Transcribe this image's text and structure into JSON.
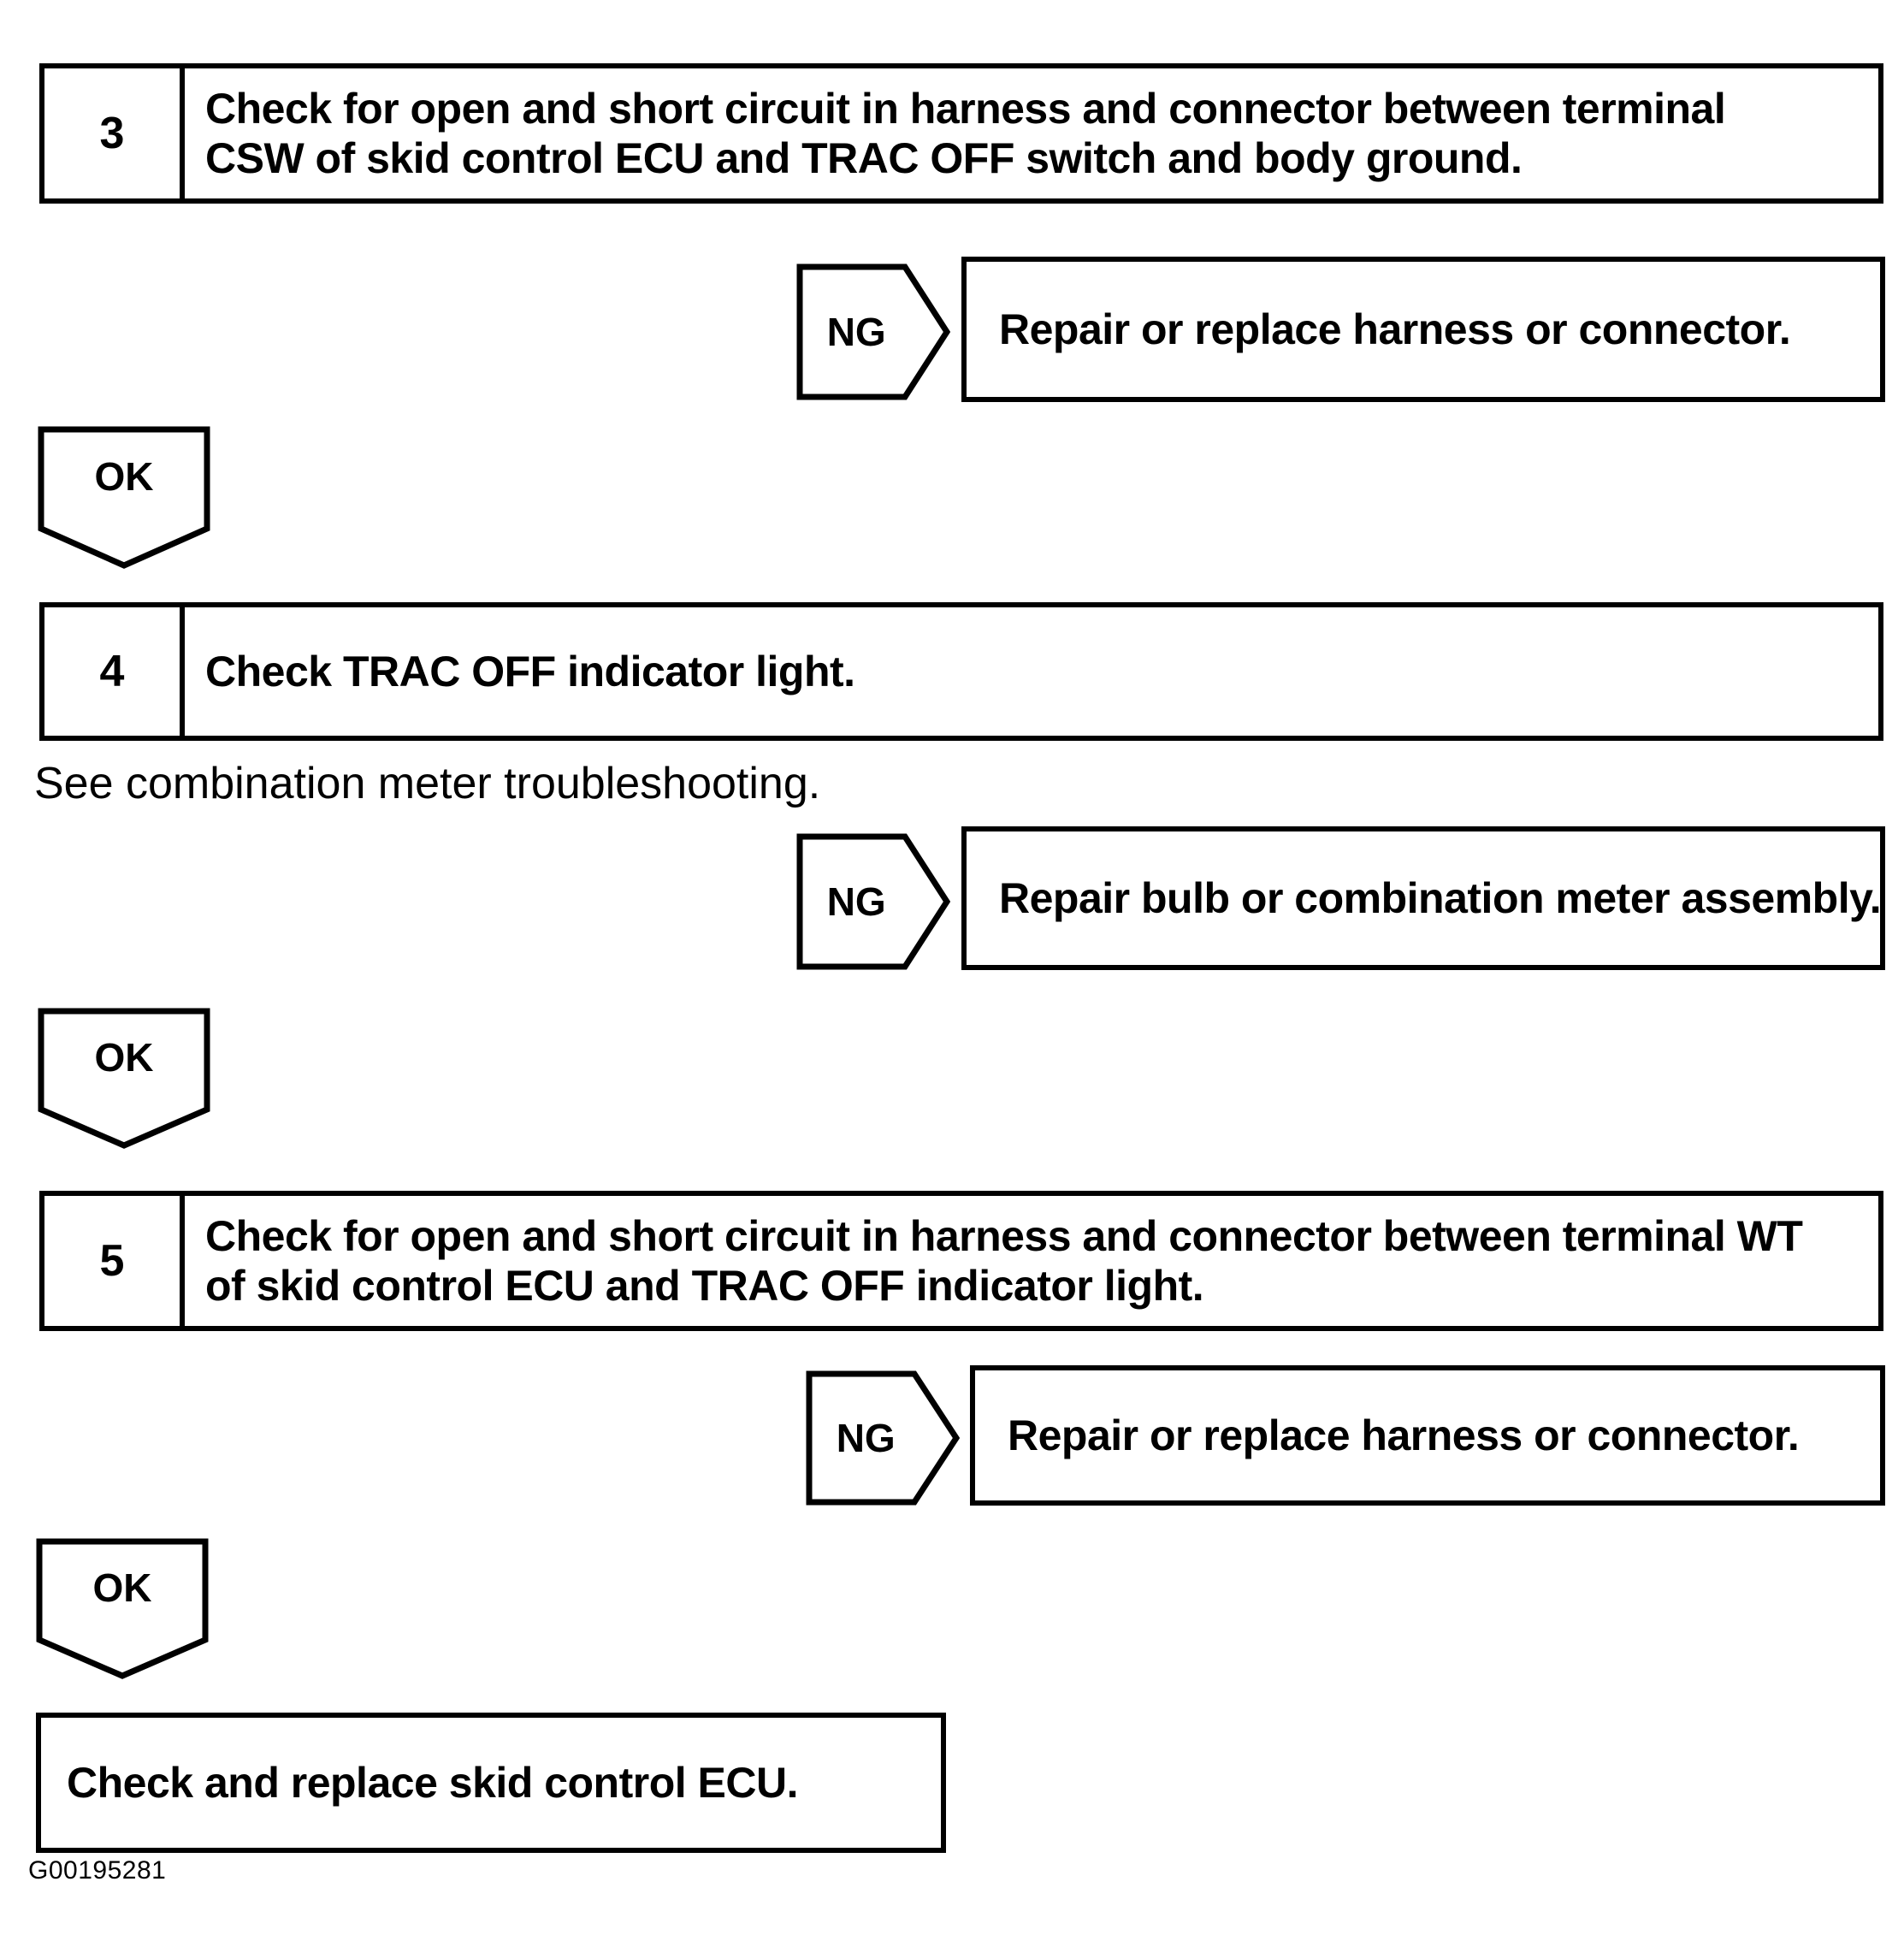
{
  "colors": {
    "line": "#000000",
    "background": "#ffffff",
    "text": "#000000"
  },
  "connectors": {
    "ng": "NG",
    "ok": "OK"
  },
  "steps": [
    {
      "number": "3",
      "lines": [
        "Check for open and short circuit in harness and connector between terminal",
        "CSW of skid control ECU and TRAC OFF switch and body ground."
      ]
    },
    {
      "number": "4",
      "lines": [
        "Check TRAC OFF indicator light."
      ]
    },
    {
      "number": "5",
      "lines": [
        "Check for open and short circuit in harness and connector between terminal WT",
        "of skid control ECU and TRAC OFF indicator light."
      ]
    }
  ],
  "ng_results": [
    "Repair or replace harness or connector.",
    "Repair bulb or combination meter assembly.",
    "Repair or replace harness or connector."
  ],
  "note": "See combination meter troubleshooting.",
  "final_action": "Check and replace skid control ECU.",
  "figure_code": "G00195281"
}
